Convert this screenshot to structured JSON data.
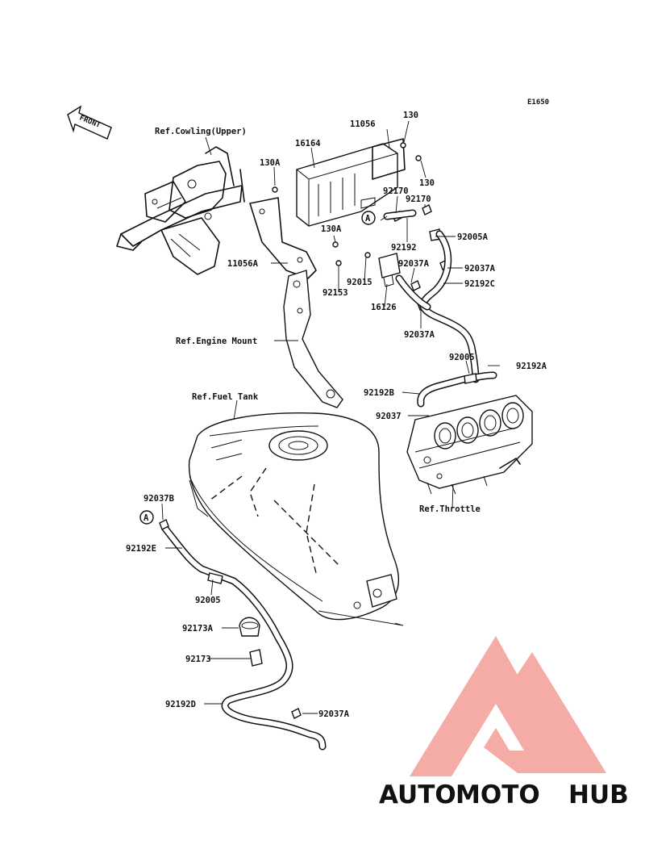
{
  "diagram_code": "E1650",
  "front_arrow_label": "FRONT",
  "refs": {
    "cowling": "Ref.Cowling(Upper)",
    "engine_mount": "Ref.Engine Mount",
    "fuel_tank": "Ref.Fuel Tank",
    "throttle": "Ref.Throttle"
  },
  "callout_circle": "A",
  "parts": {
    "p11056": "11056",
    "p130_top": "130",
    "p16164": "16164",
    "p130A_1": "130A",
    "p130_right": "130",
    "p92170_a": "92170",
    "p92170_b": "92170",
    "p92005A": "92005A",
    "p92192": "92192",
    "p130A_2": "130A",
    "p11056A": "11056A",
    "p92037A_1": "92037A",
    "p92037A_2": "92037A",
    "p92015": "92015",
    "p92192C": "92192C",
    "p92153": "92153",
    "p16126": "16126",
    "p92037A_3": "92037A",
    "p92005": "92005",
    "p92192A": "92192A",
    "p92192B": "92192B",
    "p92037": "92037",
    "p92037B": "92037B",
    "p92192E": "92192E",
    "p92005_low": "92005",
    "p92173A": "92173A",
    "p92173": "92173",
    "p92192D": "92192D",
    "p92037A_4": "92037A"
  },
  "watermark": {
    "part1": "AUTO",
    "part2": "MOTO",
    "part3": "HUB",
    "color1": "#f5b97a",
    "color2": "#f08e88",
    "color3": "#8a8a8a"
  }
}
